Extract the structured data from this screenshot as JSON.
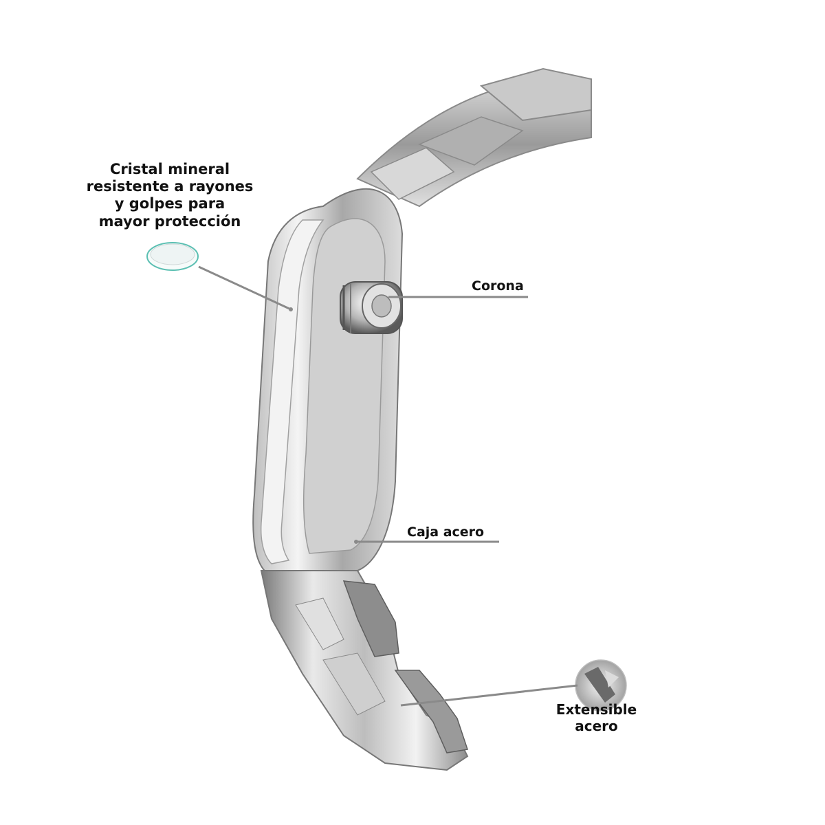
{
  "labels": {
    "crystal": [
      "Cristal mineral",
      "resistente a rayones",
      "y golpes para",
      "mayor protección"
    ],
    "corona": "Corona",
    "caja": "Caja acero",
    "extensible": [
      "Extensible",
      "acero"
    ]
  },
  "colors": {
    "callout_line": "#8a8a8a",
    "text": "#111111",
    "steel_light": "#e6e6e6",
    "steel_mid": "#b8b8b8",
    "steel_dark": "#6e6e6e",
    "crystal_rim": "#5bbfb2"
  }
}
